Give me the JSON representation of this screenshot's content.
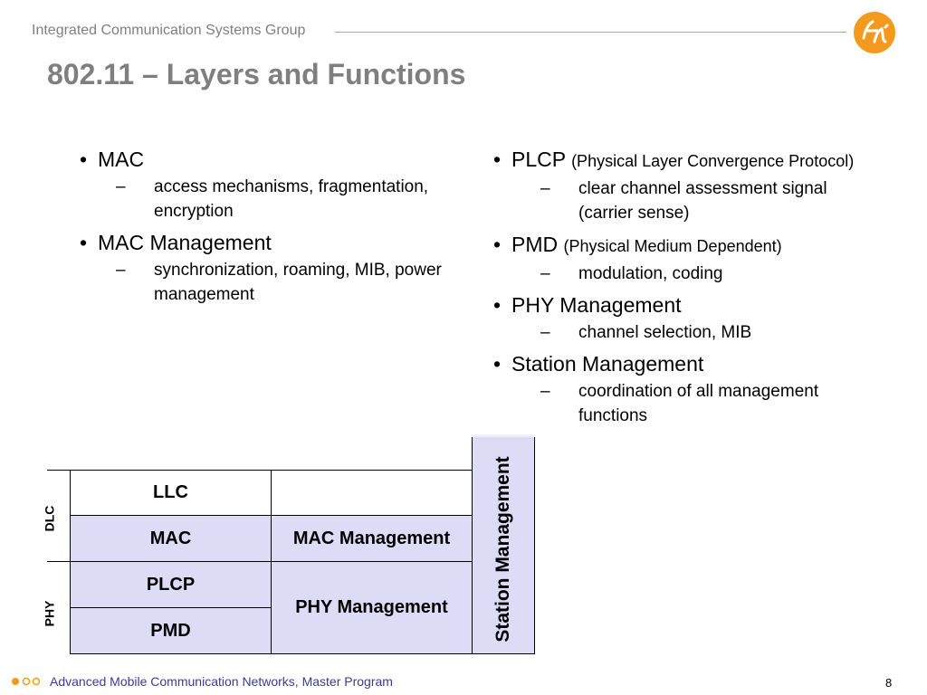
{
  "header": {
    "org": "Integrated Communication Systems Group",
    "title": "802.11 – Layers and Functions"
  },
  "left_bullets": [
    {
      "text": "MAC",
      "note": "",
      "sub": "access mechanisms, fragmentation, encryption"
    },
    {
      "text": "MAC Management",
      "note": "",
      "sub": "synchronization, roaming, MIB, power management"
    }
  ],
  "right_bullets": [
    {
      "text": "PLCP",
      "note": "(Physical Layer Convergence Protocol)",
      "sub": "clear channel assessment signal (carrier sense)"
    },
    {
      "text": "PMD",
      "note": "(Physical Medium Dependent)",
      "sub": "modulation, coding"
    },
    {
      "text": "PHY Management",
      "note": "",
      "sub": "channel selection, MIB"
    },
    {
      "text": "Station Management",
      "note": "",
      "sub": "coordination of all management functions"
    }
  ],
  "diagram": {
    "dlc_label": "DLC",
    "phy_label": "PHY",
    "llc": "LLC",
    "mac": "MAC",
    "mac_mgmt": "MAC Management",
    "plcp": "PLCP",
    "pmd": "PMD",
    "phy_mgmt": "PHY Management",
    "station_mgmt": "Station Management",
    "shade_color": "#dcdcf7"
  },
  "footer": {
    "program": "Advanced Mobile Communication Networks, Master Program",
    "page": "8"
  },
  "colors": {
    "accent_orange": "#f39a1e",
    "heading_gray": "#7f7f7f",
    "footer_blue": "#3a3a9a"
  }
}
